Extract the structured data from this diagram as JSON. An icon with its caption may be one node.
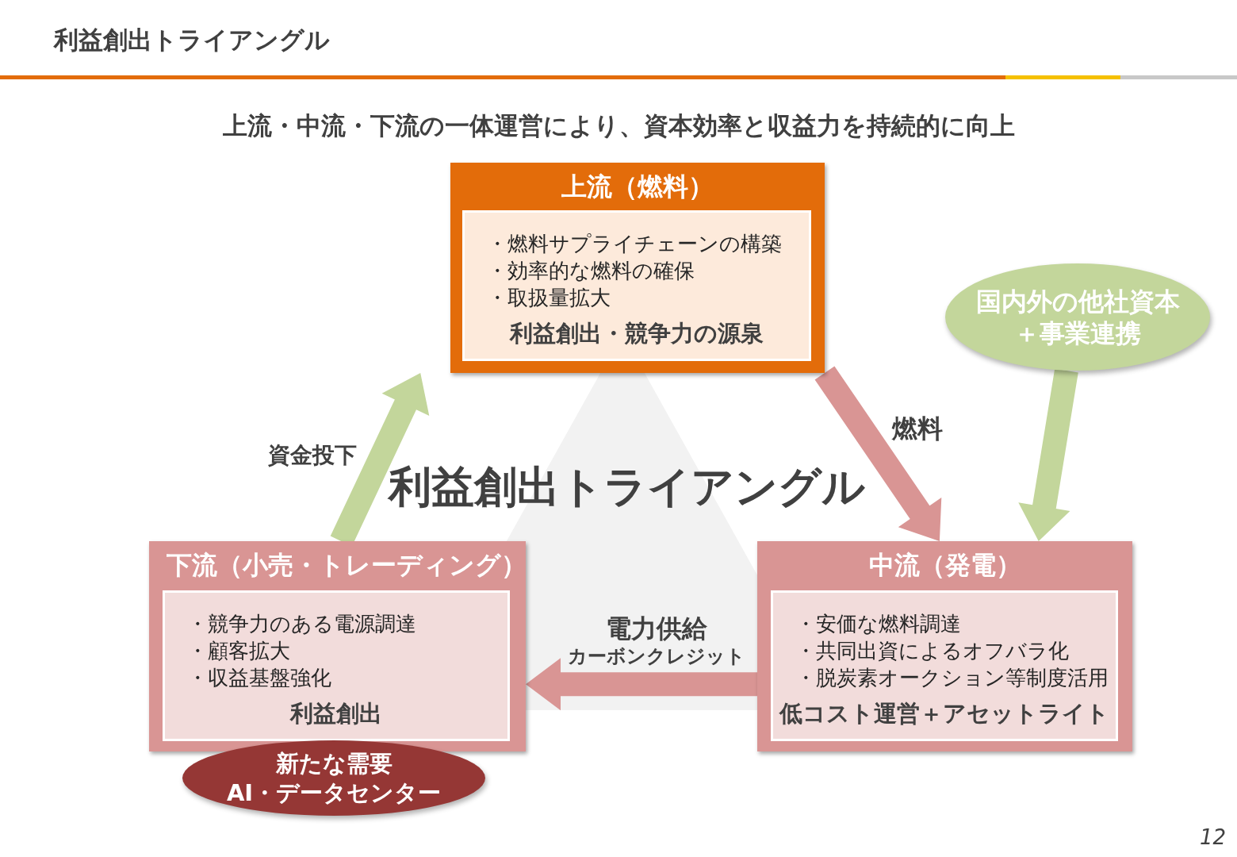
{
  "diagram": {
    "title": "利益創出トライアングル",
    "nodes": [
      {
        "text": [
          "上流（燃料）"
        ]
      },
      {
        "text": [
          "・燃料サプライチェーンの構築",
          "・効率的な燃料の確保",
          "・取扱量拡大",
          "利益創出・競争力の源泉"
        ],
        "in": 0
      },
      {
        "text": [
          "国内外の他社資本＋事業連携"
        ]
      },
      {
        "text": [
          "下流（小売・トレーディング）"
        ]
      },
      {
        "text": [
          "・競争力のある電源調達",
          "・顧客拡大",
          "・収益基盤強化",
          "利益創出"
        ],
        "in": 3
      },
      {
        "text": [
          "中流（発電）"
        ]
      },
      {
        "text": [
          "・安価な燃料調達",
          "・共同出資によるオフバラ化",
          "・脱炭素オークション等制度活用",
          "低コスト運営＋アセットライト"
        ],
        "in": 5
      },
      {
        "text": [
          "新たな需要",
          "AI・データセンター"
        ]
      }
    ],
    "edges": [
      {
        "from": 3,
        "to": 0,
        "arrow": "to",
        "label": "資金投下",
        "style": "thick",
        "color": "#c3d69b"
      },
      {
        "from": 0,
        "to": 5,
        "arrow": "to",
        "label": "燃料",
        "style": "thick",
        "color": "#d99594"
      },
      {
        "from": 5,
        "to": 3,
        "arrow": "to",
        "label": "電力供給カーボンクレジット",
        "style": "thick",
        "color": "#d99594"
      },
      {
        "from": 2,
        "to": 5,
        "arrow": "to",
        "style": "thick",
        "color": "#c3d69b"
      }
    ],
    "labels": [
      "上流・中流・下流の一体運営により、資本効率と収益力を持続的に向上",
      "利益創出トライアングル",
      "12"
    ]
  }
}
